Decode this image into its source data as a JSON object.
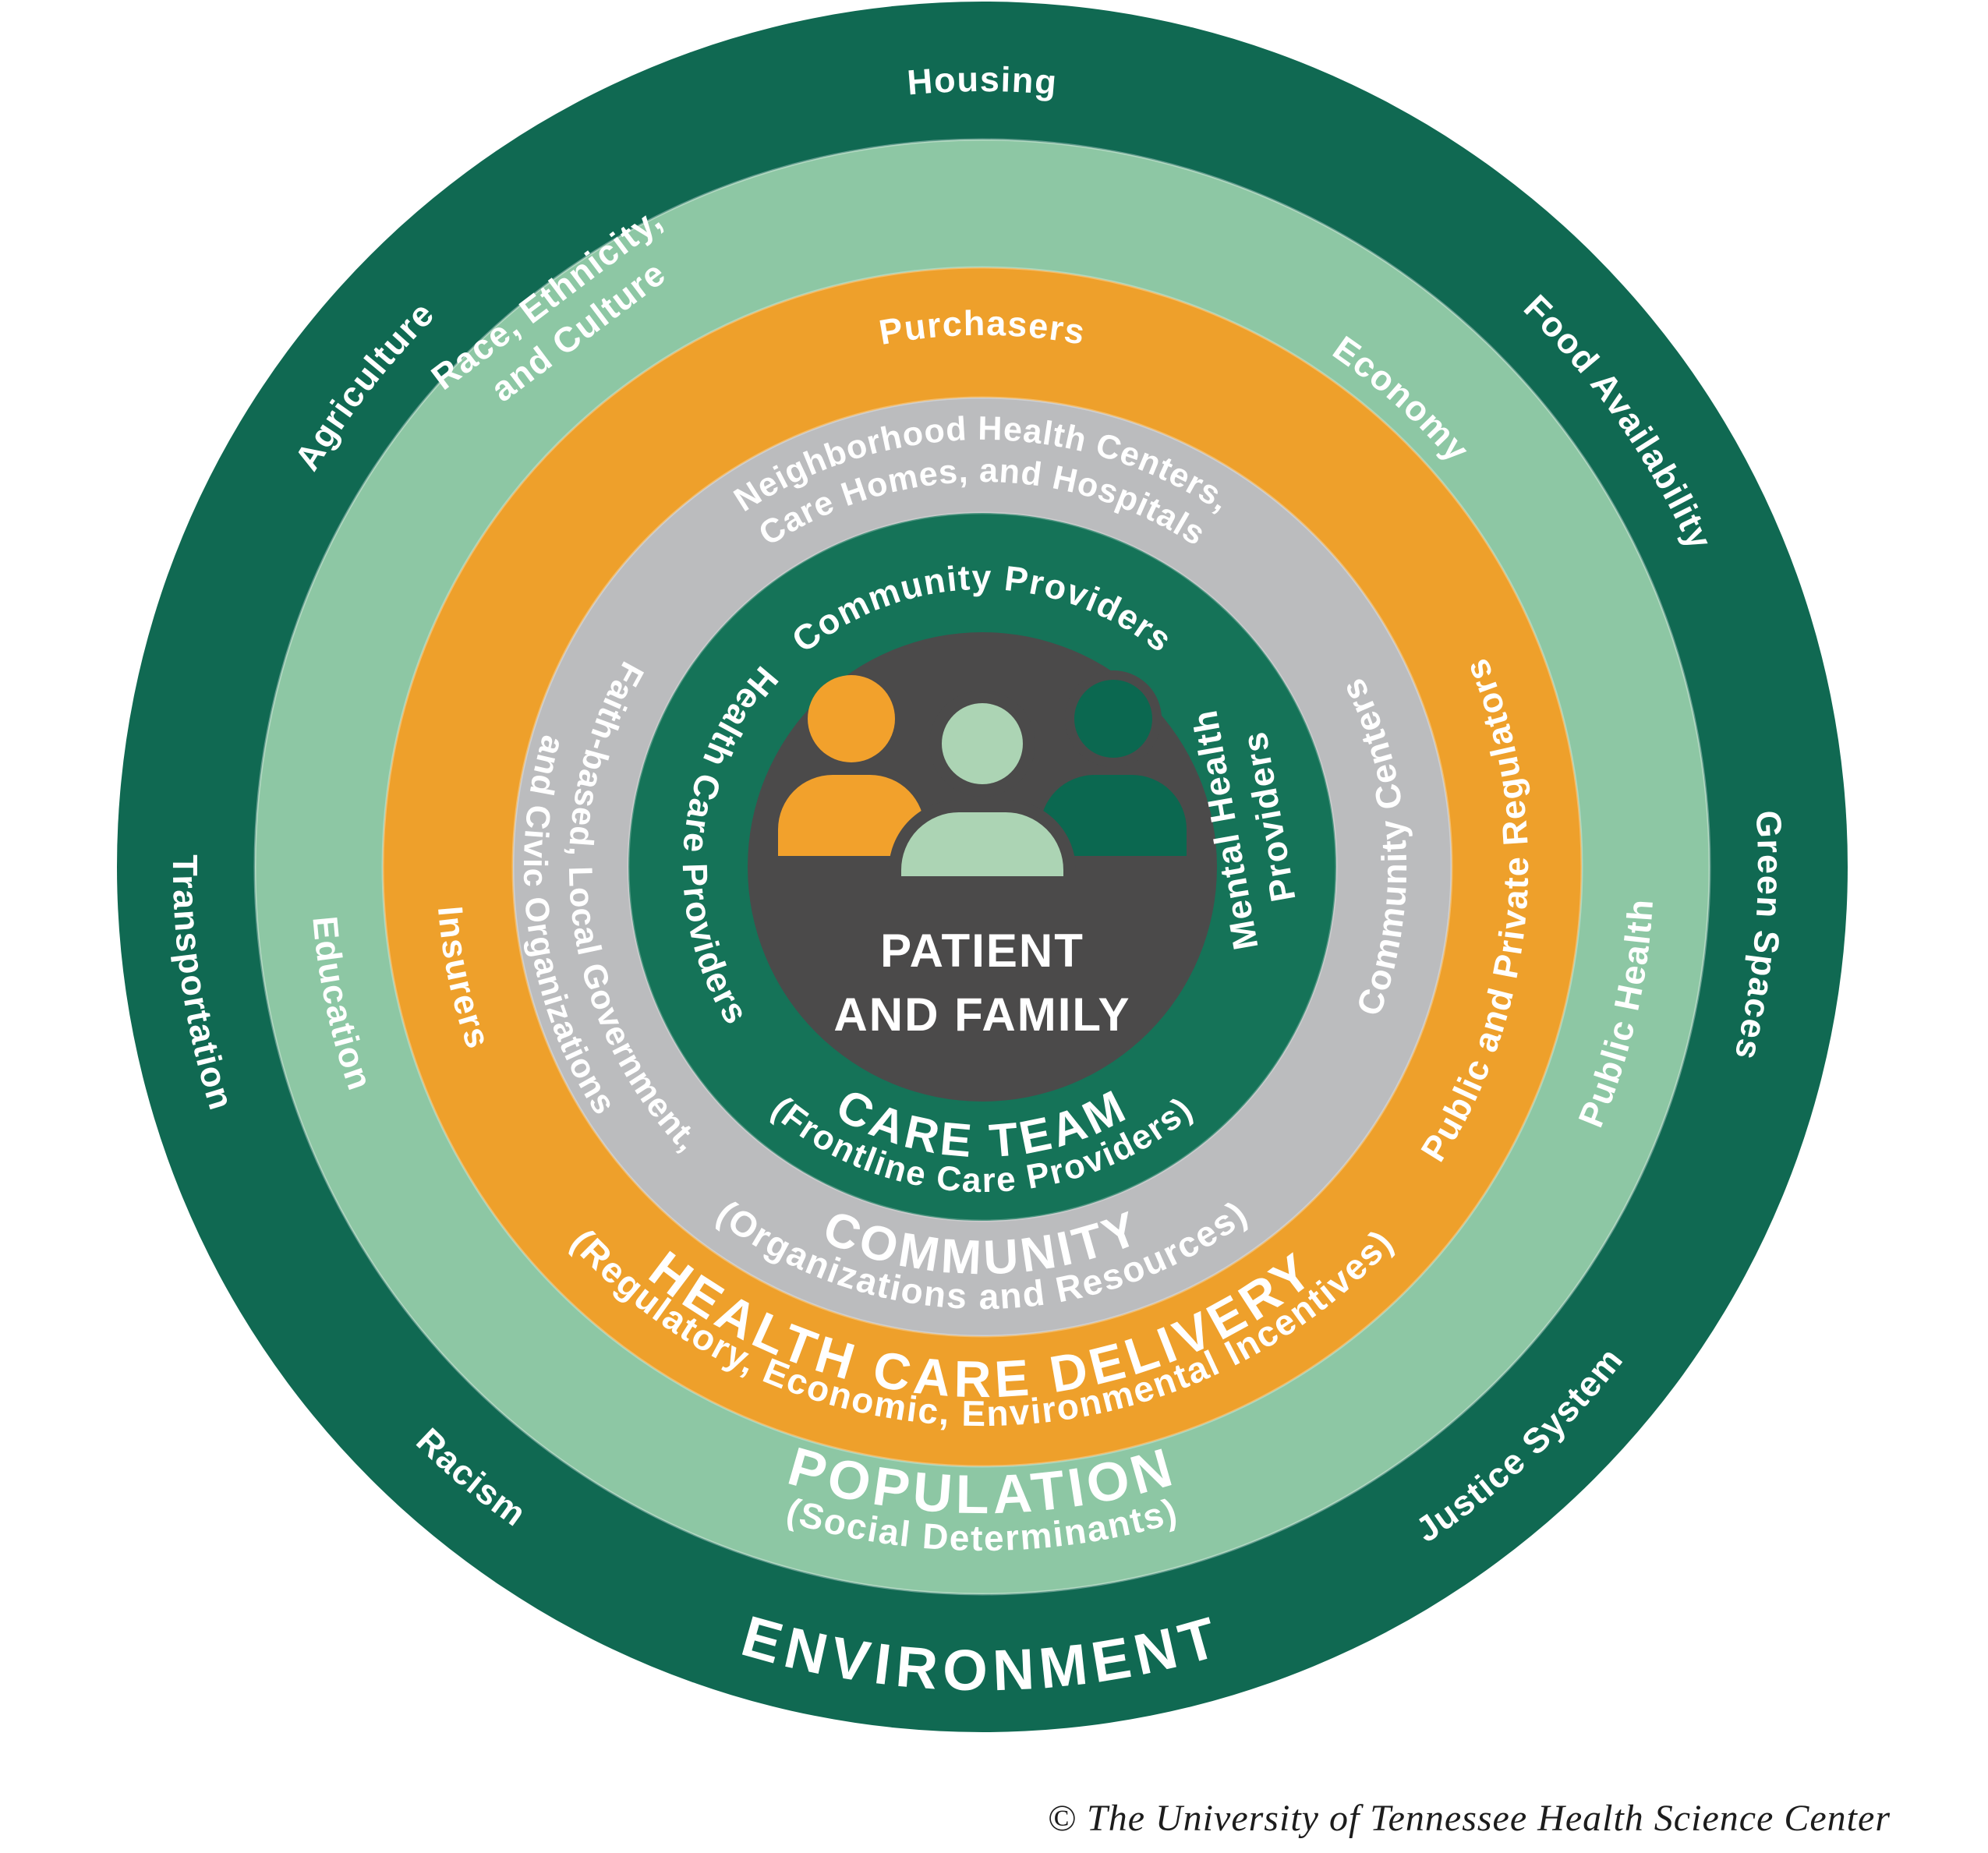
{
  "center": {
    "line1": "PATIENT",
    "line2": "AND FAMILY"
  },
  "care_ring": {
    "title": "CARE TEAM",
    "subtitle": "(Frontline Care Providers)",
    "top": "Community Providers",
    "right_line1": "Mental Health",
    "right_line2": "Providers",
    "left": "Health Care Providers"
  },
  "community_ring": {
    "title": "COMMUNITY",
    "subtitle": "(Organizations and Resources)",
    "top_line1": "Neighborhood Health Centers,",
    "top_line2": "Care Homes, and Hospitals",
    "right": "Community Centers",
    "left_line1": "Faith-based, Local Government,",
    "left_line2": "and Civic Organizations"
  },
  "delivery_ring": {
    "title": "HEALTH CARE DELIVERY",
    "subtitle": "(Regulatory, Economic, Environmental Incentives)",
    "top": "Purchasers",
    "right": "Public and Private Regulators",
    "left": "Insurers"
  },
  "population_ring": {
    "title": "POPULATION",
    "subtitle": "(Social Determinants)",
    "upper_left_line1": "Race, Ethnicity,",
    "upper_left_line2": "and Culture",
    "upper_right": "Economy",
    "right": "Public Health",
    "left": "Education"
  },
  "environment_ring": {
    "title": "ENVIRONMENT",
    "top": "Housing",
    "upper_left": "Agriculture",
    "upper_right": "Food Availability",
    "right": "Green Spaces",
    "lower_right": "Justice System",
    "lower_left": "Racism",
    "left": "Transportation"
  },
  "credit": "© The University of Tennessee Health Science Center",
  "colors": {
    "environment_green": "#106952",
    "population_green": "#8DC7A4",
    "delivery_orange": "#EEA02B",
    "community_gray": "#BBBCBE",
    "care_green": "#157358",
    "center_gray": "#4B4A4A",
    "person_orange": "#F2A12C",
    "person_light_green": "#ACD4B4",
    "person_dark_green": "#0B6850",
    "label_white": "#FFFFFF",
    "credit_black": "#1C1C1C"
  }
}
